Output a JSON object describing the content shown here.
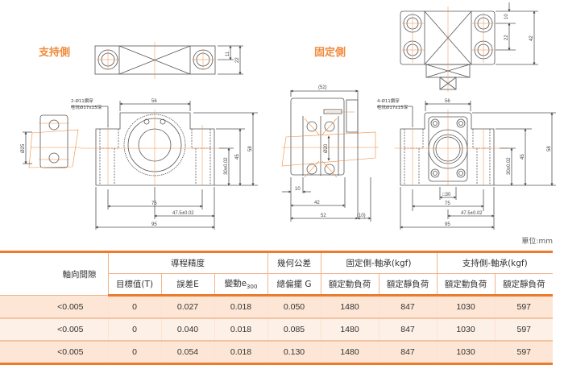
{
  "labels": {
    "support_side": "支持側",
    "fixed_side": "固定側",
    "unit": "單位:mm"
  },
  "support_drawing": {
    "top_view_dims": [
      "11",
      "22"
    ],
    "hole_note_1": "2-Ø11鑽穿",
    "hole_note_2": "柱坑Ø17x15深",
    "shaft_dia": "Ø25",
    "width_top": "56",
    "height_total": "58",
    "height_mid": "45",
    "center_height": "30±0.02",
    "hole_pitch": "75",
    "half_width": "47.5±0.02",
    "total_width": "95"
  },
  "fixed_drawing": {
    "top_view_dims": [
      "10",
      "22",
      "42"
    ],
    "side_length": "(52)",
    "shaft_dia": "Ø20",
    "dim_10": "10",
    "dim_42": "42",
    "dim_52": "52",
    "dim_10p": "(10)",
    "hole_note_1": "4-Ø11鑽穿",
    "hole_note_2": "柱坑Ø17x15深",
    "width_top": "56",
    "square": "□30",
    "height_total": "58",
    "height_mid": "45",
    "center_height": "30±0.02",
    "hole_pitch": "75",
    "half_width": "47.5±0.02",
    "total_width": "95"
  },
  "table": {
    "header_axial": "軸向間隙",
    "group_lead": "導程精度",
    "group_geo": "幾何公差",
    "group_fixed": "固定側-軸承(kgf)",
    "group_support": "支持側-軸承(kgf)",
    "col_target": "目標值(T)",
    "col_error": "誤差E",
    "col_var": "變動e",
    "col_var_sub": "300",
    "col_runout": "總偏擺 G",
    "col_fixed_dyn": "額定動負荷",
    "col_fixed_sta": "額定靜負荷",
    "col_sup_dyn": "額定動負荷",
    "col_sup_sta": "額定靜負荷",
    "rows": [
      [
        "<0.005",
        "0",
        "0.027",
        "0.018",
        "0.050",
        "1480",
        "847",
        "1030",
        "597"
      ],
      [
        "<0.005",
        "0",
        "0.040",
        "0.018",
        "0.085",
        "1480",
        "847",
        "1030",
        "597"
      ],
      [
        "<0.005",
        "0",
        "0.054",
        "0.018",
        "0.130",
        "1480",
        "847",
        "1030",
        "597"
      ]
    ]
  }
}
